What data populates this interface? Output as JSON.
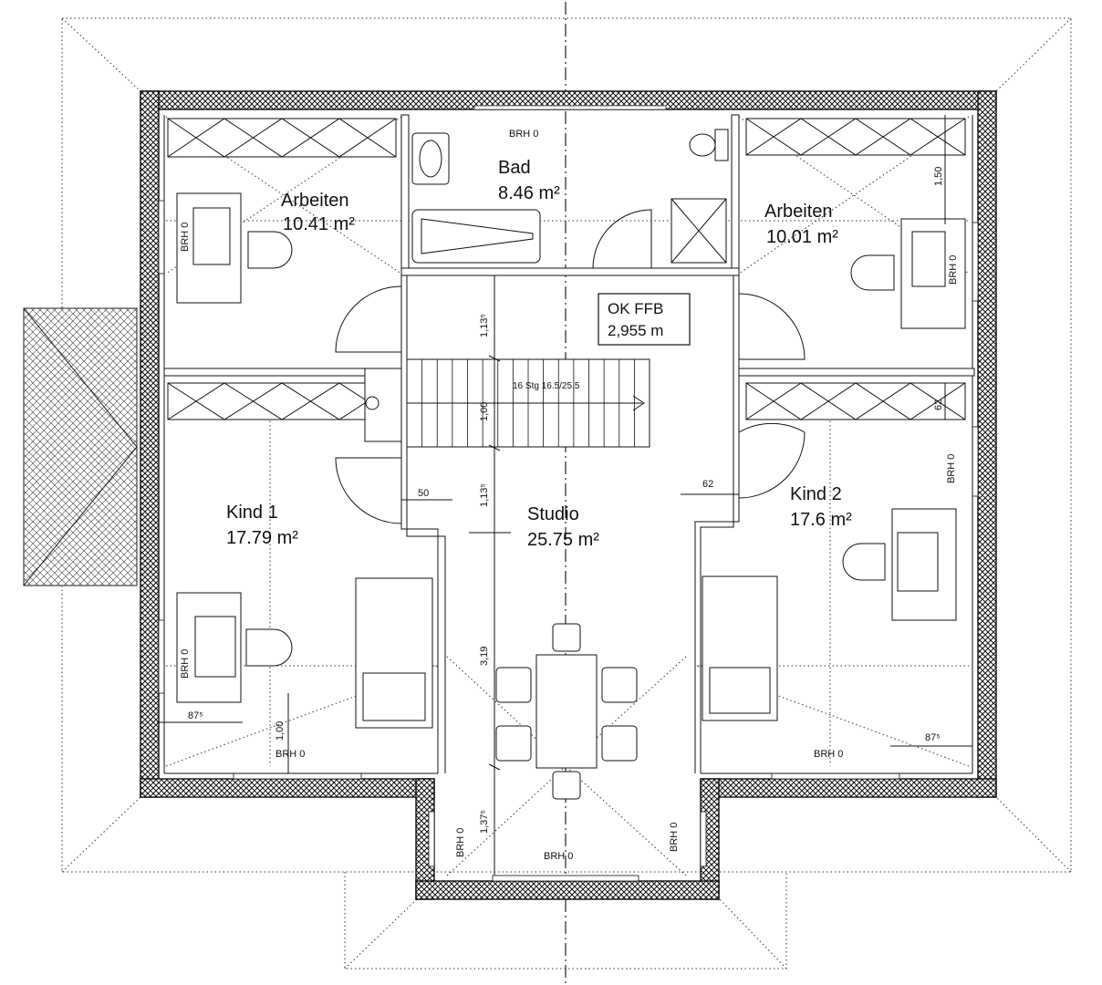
{
  "rooms": {
    "arbeiten_left": {
      "name": "Arbeiten",
      "area": "10.41 m²"
    },
    "bad": {
      "name": "Bad",
      "area": "8.46 m²"
    },
    "arbeiten_right": {
      "name": "Arbeiten",
      "area": "10.01 m²"
    },
    "kind1": {
      "name": "Kind 1",
      "area": "17.79 m²"
    },
    "studio": {
      "name": "Studio",
      "area": "25.75 m²"
    },
    "kind2": {
      "name": "Kind 2",
      "area": "17.6 m²"
    }
  },
  "ok_box": {
    "line1": "OK FFB",
    "line2": "2,955 m"
  },
  "stairs": {
    "label": "16 Stg  16.5/25.5"
  },
  "brh": "BRH 0",
  "dims": {
    "d50": "50",
    "d62": "62",
    "d1135a": "1,13⁵",
    "d100a": "1,00",
    "d1135b": "1,13⁵",
    "d319": "3,19",
    "d1375": "1,37⁵",
    "d100b": "1,00",
    "d875a": "87⁵",
    "d875b": "87⁵",
    "d150": "1,50",
    "d62b": "62"
  }
}
